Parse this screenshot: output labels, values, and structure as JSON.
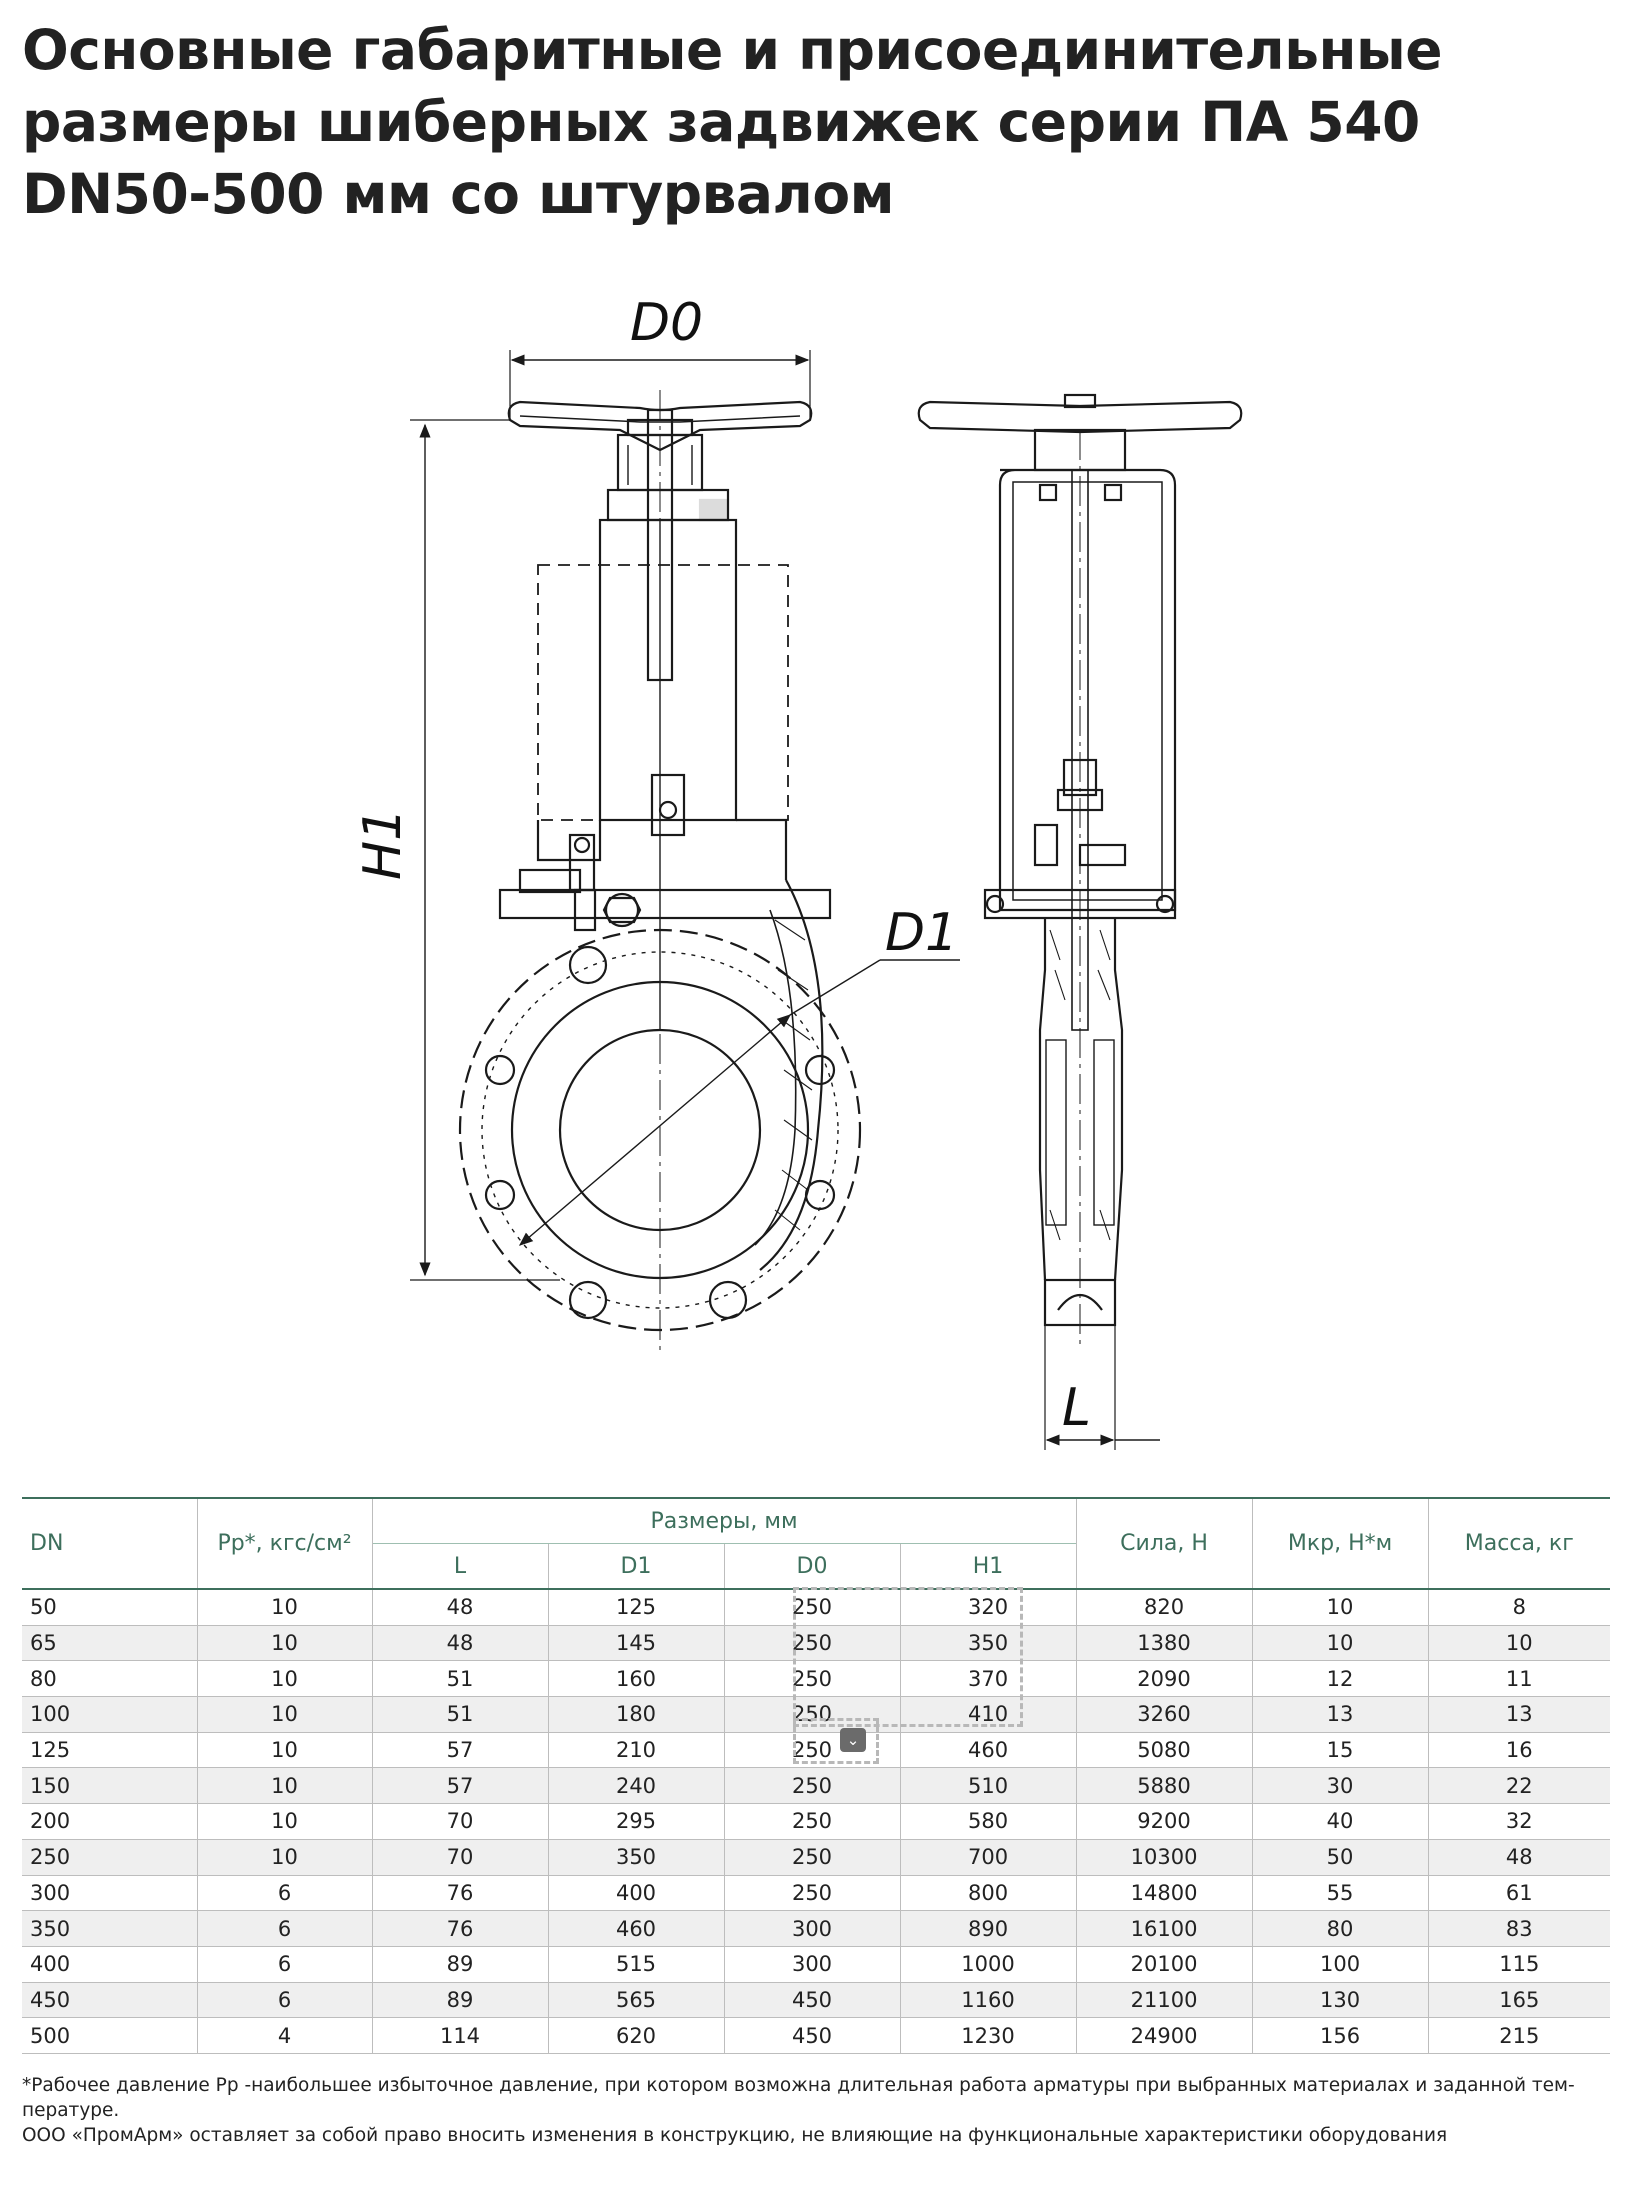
{
  "title": "Основные габаритные и присоединительные размеры шиберных задвижек серии ПА 540 DN50-500 мм со штурвалом",
  "drawing": {
    "labels": {
      "d0": "D0",
      "h1": "H1",
      "d1": "D1",
      "l": "L"
    },
    "line_color": "#1a1a1a"
  },
  "table": {
    "header": {
      "dn": "DN",
      "pressure": "Рр*, кгс/см²",
      "sizes_group": "Размеры, мм",
      "l": "L",
      "d1": "D1",
      "d0": "D0",
      "h1": "H1",
      "force": "Сила, Н",
      "torque": "Мкр, Н*м",
      "mass": "Масса, кг"
    },
    "rows": [
      [
        "50",
        "10",
        "48",
        "125",
        "250",
        "320",
        "820",
        "10",
        "8"
      ],
      [
        "65",
        "10",
        "48",
        "145",
        "250",
        "350",
        "1380",
        "10",
        "10"
      ],
      [
        "80",
        "10",
        "51",
        "160",
        "250",
        "370",
        "2090",
        "12",
        "11"
      ],
      [
        "100",
        "10",
        "51",
        "180",
        "250",
        "410",
        "3260",
        "13",
        "13"
      ],
      [
        "125",
        "10",
        "57",
        "210",
        "250",
        "460",
        "5080",
        "15",
        "16"
      ],
      [
        "150",
        "10",
        "57",
        "240",
        "250",
        "510",
        "5880",
        "30",
        "22"
      ],
      [
        "200",
        "10",
        "70",
        "295",
        "250",
        "580",
        "9200",
        "40",
        "32"
      ],
      [
        "250",
        "10",
        "70",
        "350",
        "250",
        "700",
        "10300",
        "50",
        "48"
      ],
      [
        "300",
        "6",
        "76",
        "400",
        "250",
        "800",
        "14800",
        "55",
        "61"
      ],
      [
        "350",
        "6",
        "76",
        "460",
        "300",
        "890",
        "16100",
        "80",
        "83"
      ],
      [
        "400",
        "6",
        "89",
        "515",
        "300",
        "1000",
        "20100",
        "100",
        "115"
      ],
      [
        "450",
        "6",
        "89",
        "565",
        "450",
        "1160",
        "21100",
        "130",
        "165"
      ],
      [
        "500",
        "4",
        "114",
        "620",
        "450",
        "1230",
        "24900",
        "156",
        "215"
      ]
    ],
    "accent_color": "#3d6f5c",
    "shade_color": "#efefef"
  },
  "footnote": {
    "line1": "*Рабочее давление Рр -наибольшее избыточное давление, при котором возможна длительная работа арматуры при выбранных материалах и заданной тем-",
    "line2": "пературе.",
    "line3": "ООО «ПромАрм» оставляет за собой право вносить изменения в конструкцию, не влияющие на функциональные характеристики оборудования"
  },
  "selection_icon": "chevron-down-icon"
}
